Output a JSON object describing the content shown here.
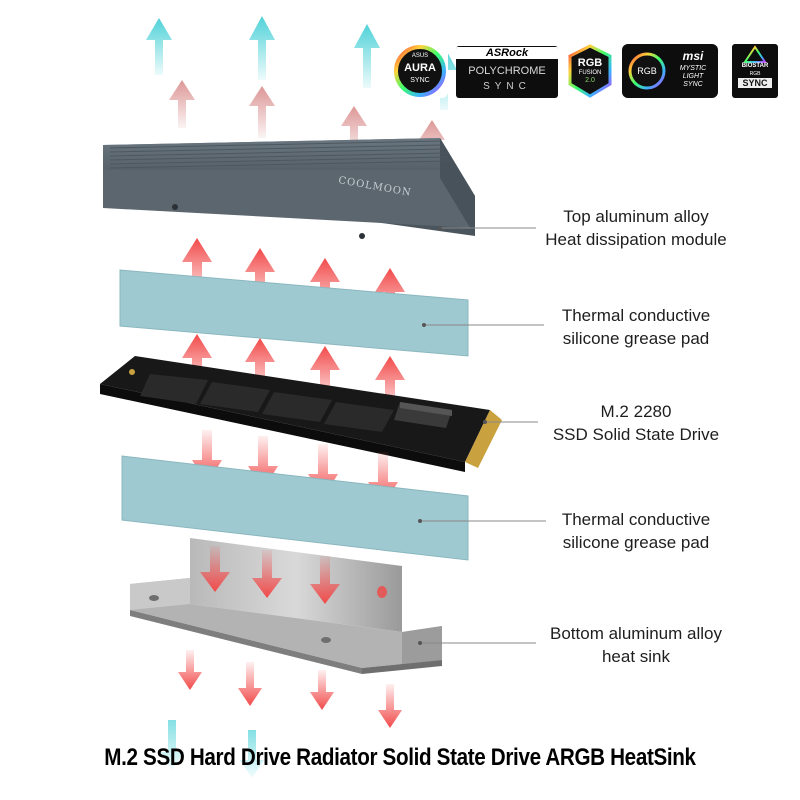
{
  "callouts": {
    "top_module": {
      "line1": "Top aluminum alloy",
      "line2": "Heat dissipation module"
    },
    "pad_upper": {
      "line1": "Thermal conductive",
      "line2": "silicone grease pad"
    },
    "ssd": {
      "line1": "M.2 2280",
      "line2": "SSD Solid State Drive"
    },
    "pad_lower": {
      "line1": "Thermal conductive",
      "line2": "silicone grease pad"
    },
    "bottom_sink": {
      "line1": "Bottom aluminum alloy",
      "line2": "heat sink"
    }
  },
  "heatsink_brand": "COOLMOON",
  "logos": {
    "aura": {
      "brand": "ASUS",
      "name": "AURA",
      "sub": "SYNC"
    },
    "asrock": {
      "brand": "ASRock",
      "name": "POLYCHROME",
      "sub": "SYNC"
    },
    "rgbfusion": {
      "name": "RGB",
      "sub": "FUSION",
      "version": "2.0"
    },
    "msi": {
      "ring": "RGB",
      "brand": "msi",
      "line1": "MYSTIC",
      "line2": "LIGHT",
      "line3": "SYNC"
    },
    "biostar": {
      "brand": "BIOSTAR",
      "small": "RGB",
      "sub": "SYNC"
    }
  },
  "caption": "M.2 SSD Hard Drive Radiator Solid State Drive ARGB HeatSink",
  "colors": {
    "heat_arrow": "#f24a4a",
    "cool_arrow": "#4fd2d8",
    "pad": "#9fc9d0",
    "heatsink_top": "#5e6971",
    "pcb": "#1a1a1a",
    "bracket": "#a8a8a8"
  }
}
